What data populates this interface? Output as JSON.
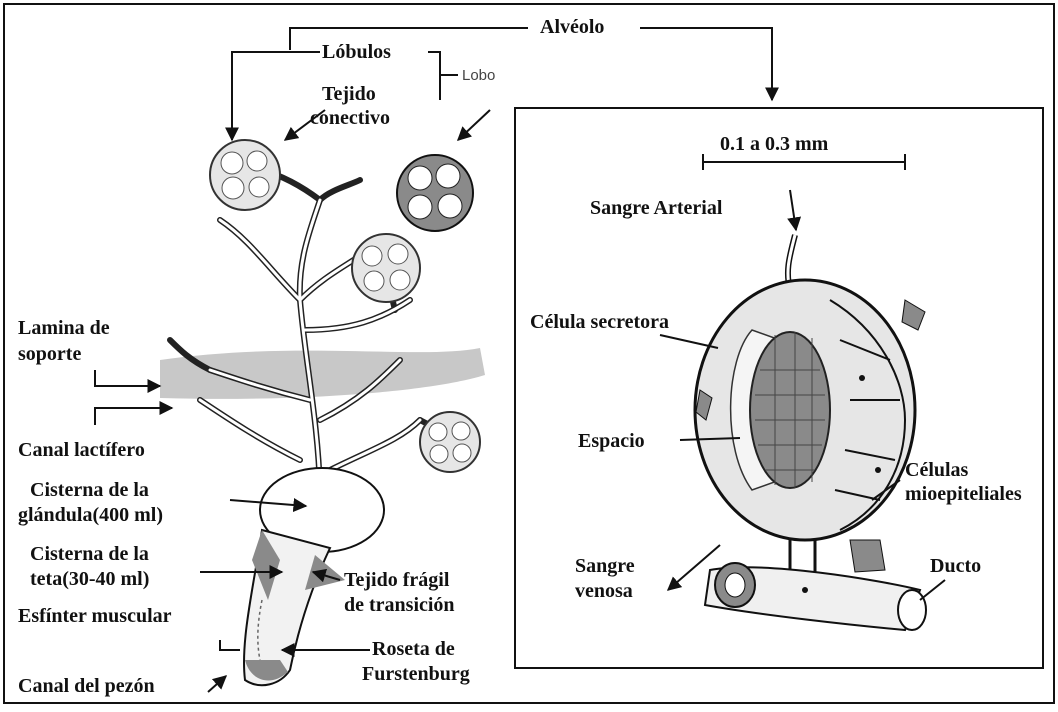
{
  "diagram": {
    "top_labels": {
      "alveolo": "Alvéolo",
      "lobulos": "Lóbulos",
      "lobo": "Lobo",
      "tejido_conectivo_line1": "Tejido",
      "tejido_conectivo_line2": "conectivo"
    },
    "left_labels": {
      "lamina_line1": "Lamina de",
      "lamina_line2": "soporte",
      "canal_lactifero": "Canal lactífero",
      "cisterna_glandula_line1": "Cisterna de la",
      "cisterna_glandula_line2": "glándula(400 ml)",
      "cisterna_teta_line1": "Cisterna de la",
      "cisterna_teta_line2": "teta(30-40 ml)",
      "esfinter": "Esfínter muscular",
      "canal_pezon": "Canal del pezón",
      "tejido_fragil_line1": "Tejido frágil",
      "tejido_fragil_line2": "de transición",
      "roseta_line1": "Roseta de",
      "roseta_line2": "Furstenburg"
    },
    "right_labels": {
      "scale": "0.1 a 0.3 mm",
      "sangre_arterial": "Sangre Arterial",
      "celula_secretora": "Célula secretora",
      "espacio": "Espacio",
      "celulas_mio_line1": "Células",
      "celulas_mio_line2": "mioepiteliales",
      "sangre_venosa_line1": "Sangre",
      "sangre_venosa_line2": "venosa",
      "ducto": "Ducto"
    }
  },
  "colors": {
    "line": "#111111",
    "lamina_band": "#c8c8c8",
    "tissue_gray": "#8a8a8a",
    "light_fill": "#e6e6e6"
  }
}
